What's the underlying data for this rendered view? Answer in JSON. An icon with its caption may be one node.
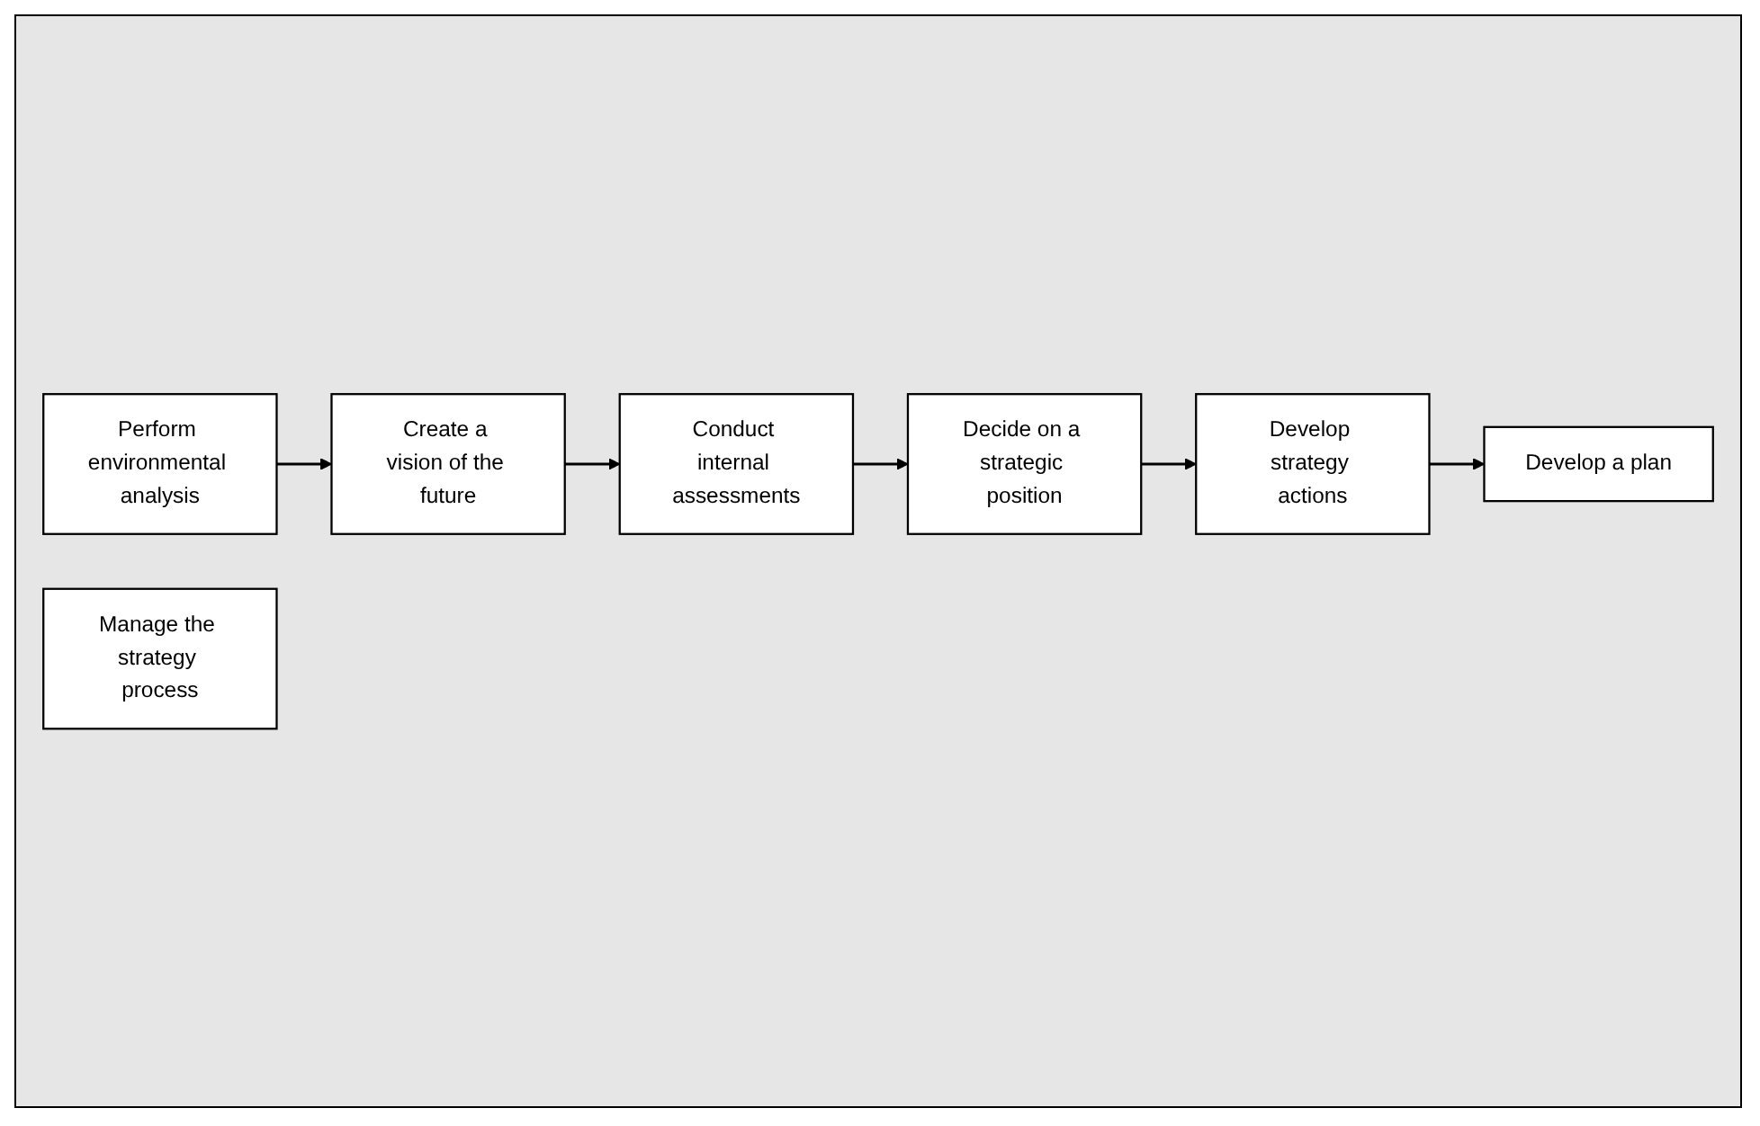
{
  "diagram": {
    "nodes": [
      {
        "text": [
          "Perform environmental analysis"
        ]
      },
      {
        "text": [
          "Create a vision of the future"
        ]
      },
      {
        "text": [
          "Conduct internal assessments"
        ]
      },
      {
        "text": [
          "Decide on a strategic position"
        ]
      },
      {
        "text": [
          "Develop strategy actions"
        ]
      },
      {
        "text": [
          "Develop a plan"
        ]
      },
      {
        "text": [
          "Manage the strategy process"
        ]
      }
    ],
    "edges": [
      {
        "from": 0,
        "to": 1,
        "arrow": "to"
      },
      {
        "from": 1,
        "to": 2,
        "arrow": "to"
      },
      {
        "from": 2,
        "to": 3,
        "arrow": "to"
      },
      {
        "from": 3,
        "to": 4,
        "arrow": "to"
      },
      {
        "from": 4,
        "to": 5,
        "arrow": "to"
      }
    ]
  }
}
